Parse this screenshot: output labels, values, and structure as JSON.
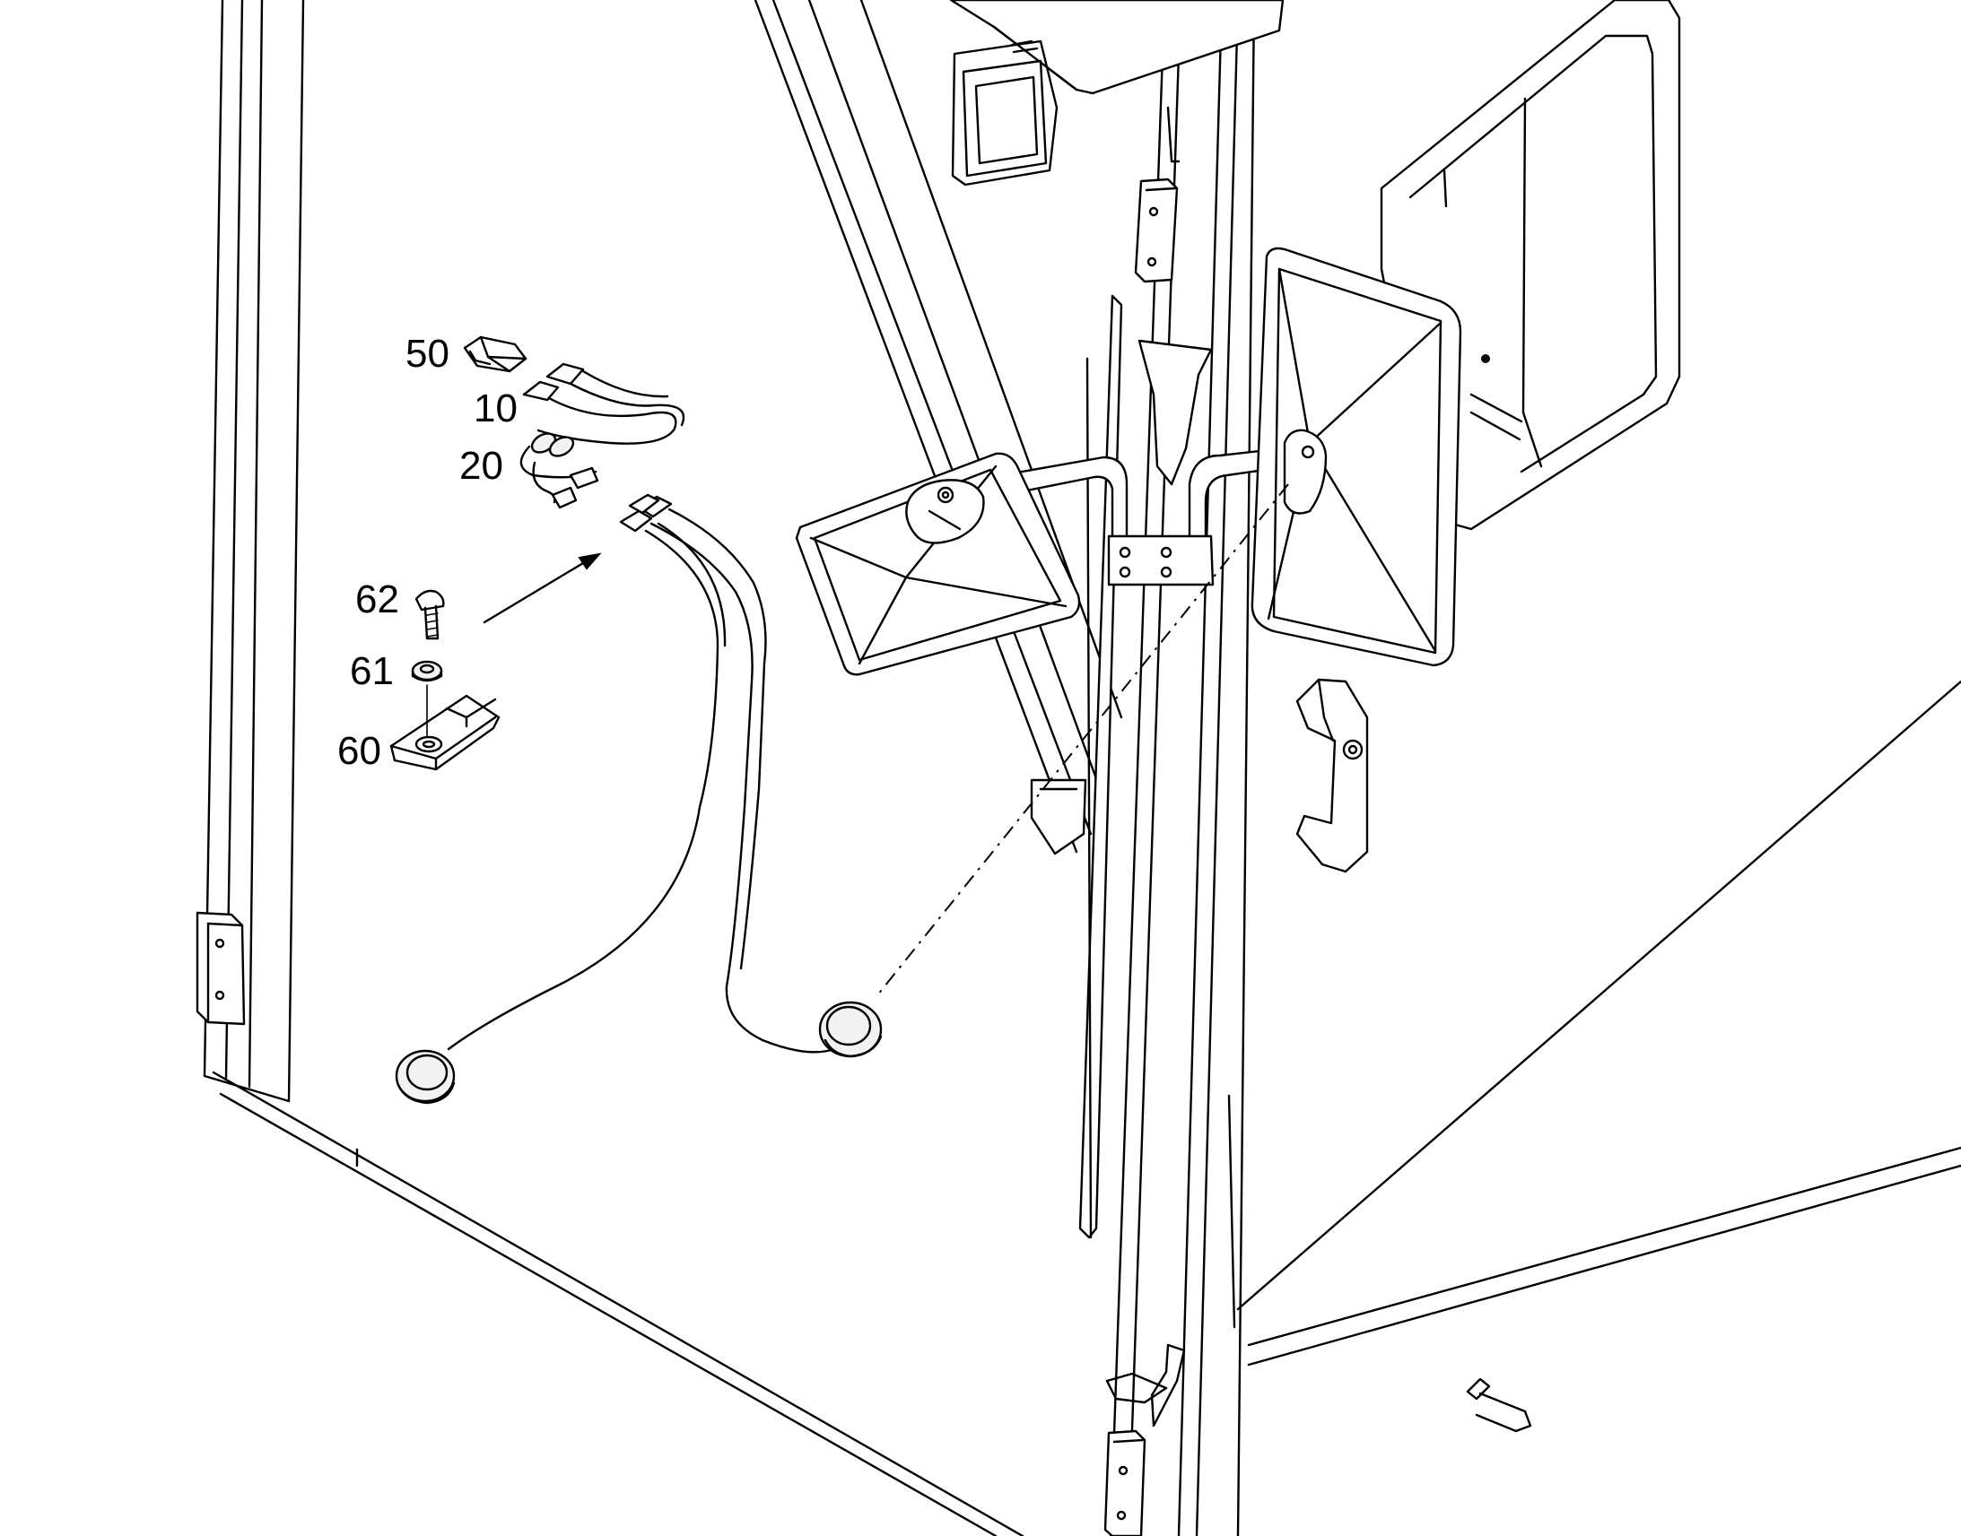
{
  "callouts": {
    "c50": "50",
    "c10": "10",
    "c20": "20",
    "c62": "62",
    "c61": "61",
    "c60": "60"
  }
}
